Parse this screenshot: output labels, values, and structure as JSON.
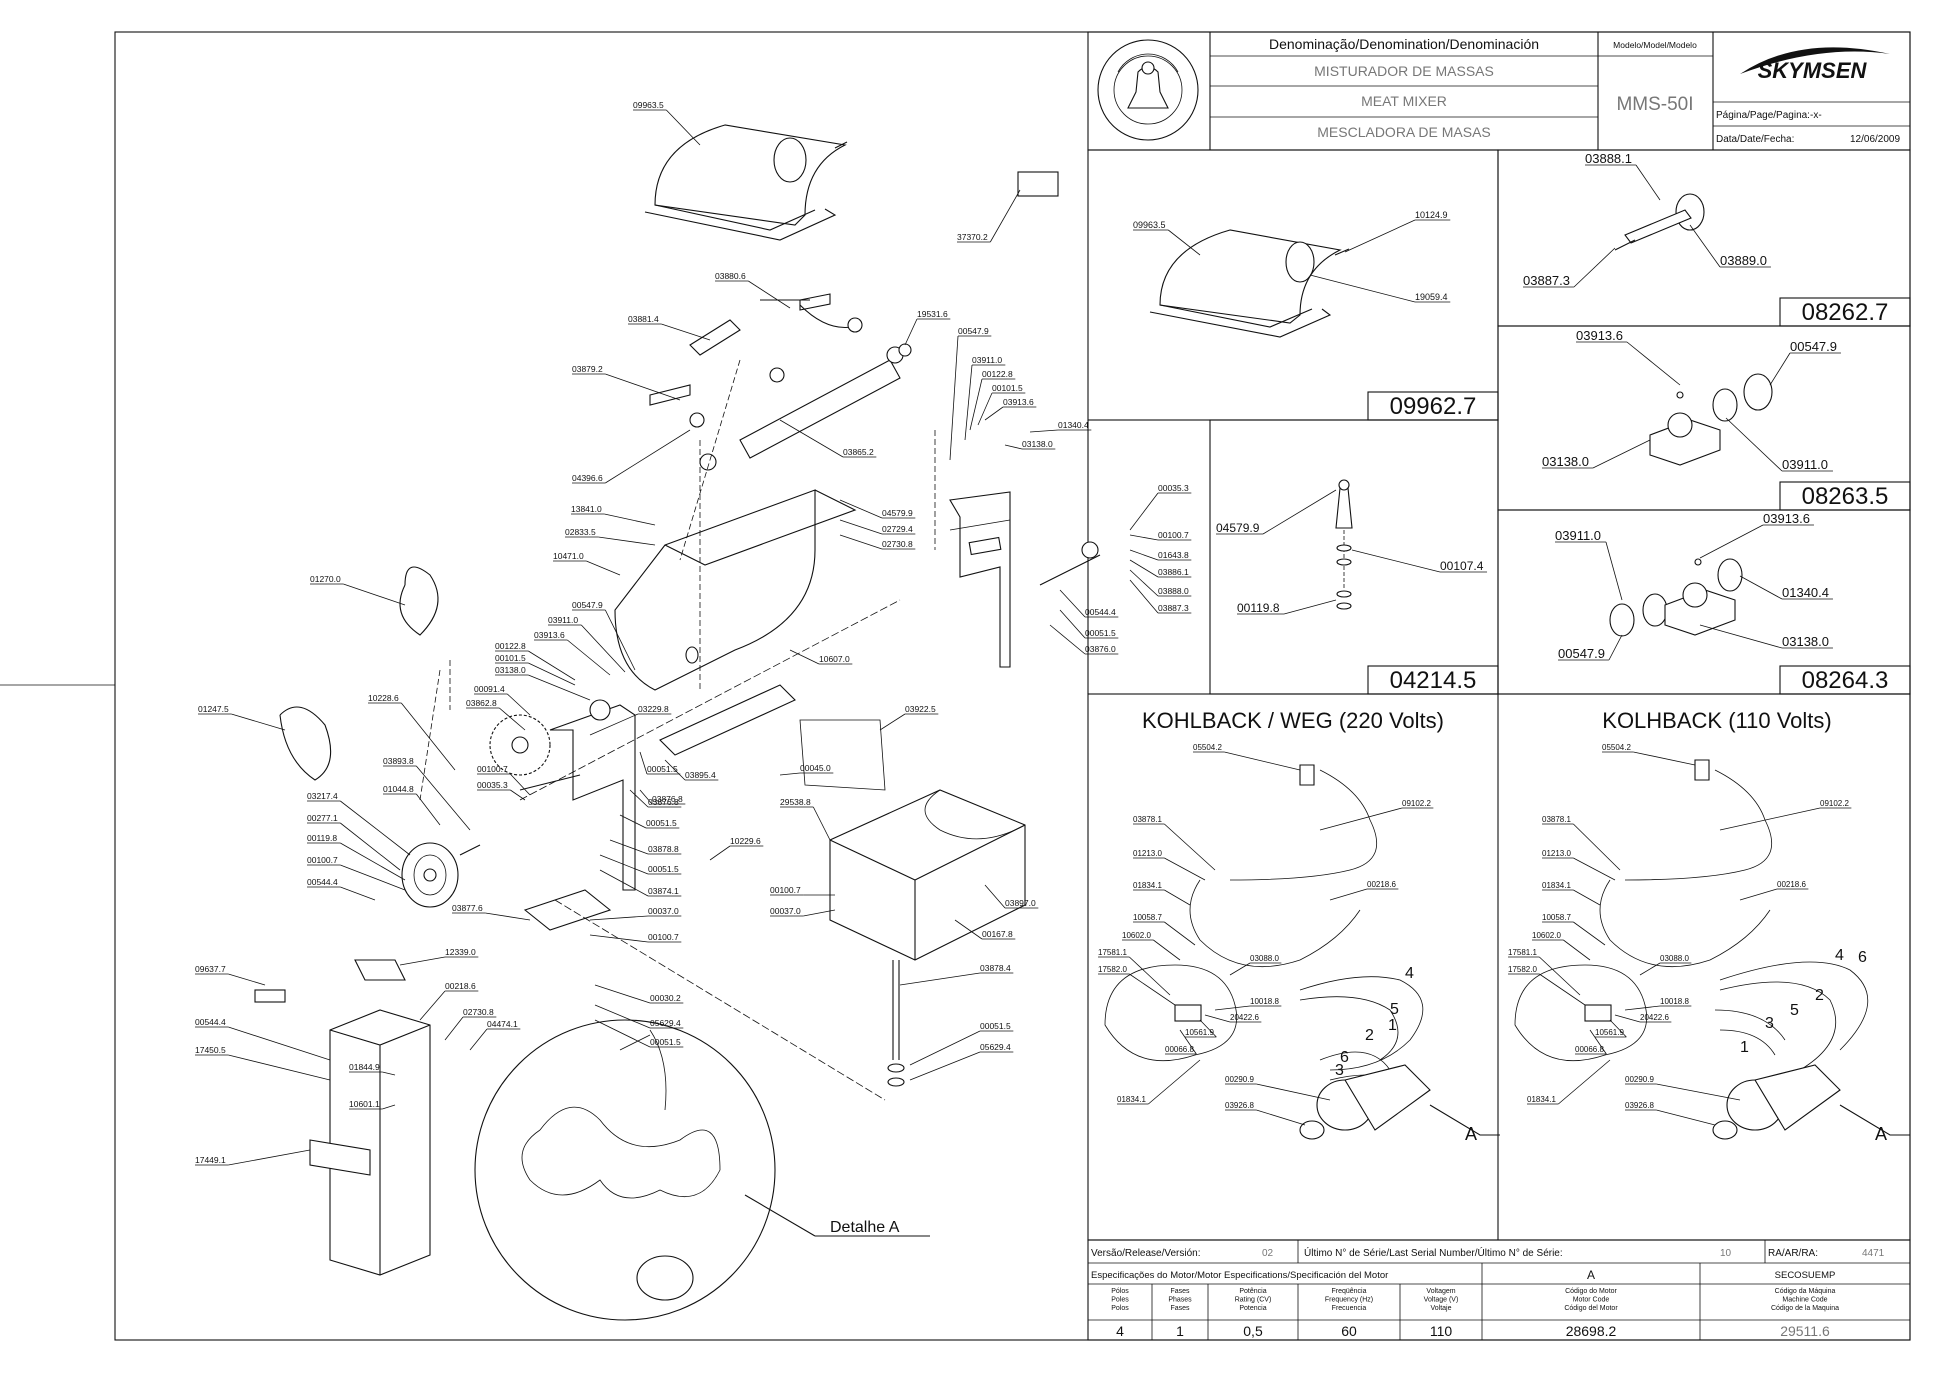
{
  "title_block": {
    "denomination_header": "Denominação/Denomination/Denominación",
    "model_header": "Modelo/Model/Modelo",
    "name_pt": "MISTURADOR DE MASSAS",
    "name_en": "MEAT MIXER",
    "name_es": "MESCLADORA DE MASAS",
    "model": "MMS-50I",
    "brand": "SKYMSEN",
    "page_label": "Página/Page/Pagina:",
    "page_value": "-x-",
    "date_label": "Data/Date/Fecha:",
    "date_value": "12/06/2009"
  },
  "main_drawing": {
    "labels": [
      "09963.5",
      "37370.2",
      "03880.6",
      "03881.4",
      "19531.6",
      "03879.2",
      "04396.6",
      "03865.2",
      "00547.9",
      "03911.0",
      "00122.8",
      "00101.5",
      "03913.6",
      "01340.4",
      "03138.0",
      "13841.0",
      "02833.5",
      "10471.0",
      "04579.9",
      "02729.4",
      "02730.8",
      "00035.3",
      "00100.7",
      "01643.8",
      "03886.1",
      "03888.0",
      "03887.3",
      "00544.4",
      "00051.5",
      "03876.0",
      "01270.0",
      "00547.9",
      "03911.0",
      "03913.6",
      "00122.8",
      "00101.5",
      "03138.0",
      "00091.4",
      "03862.8",
      "10228.6",
      "01247.5",
      "03893.8",
      "03229.8",
      "10607.0",
      "00051.5",
      "03876.8",
      "01044.8",
      "03217.4",
      "00277.1",
      "00119.8",
      "00100.7",
      "00544.4",
      "00100.7",
      "00035.3",
      "03922.5",
      "03895.4",
      "00045.0",
      "03876.8",
      "00051.5",
      "03878.8",
      "00051.5",
      "03874.1",
      "29538.8",
      "10229.6",
      "00100.7",
      "00037.0",
      "03897.0",
      "00167.8",
      "03877.6",
      "00037.0",
      "00100.7",
      "00030.2",
      "05629.4",
      "00051.5",
      "09637.7",
      "12339.0",
      "00218.6",
      "02730.8",
      "04474.1",
      "00544.4",
      "17450.5",
      "01844.9",
      "10601.1",
      "17449.1",
      "03878.4",
      "00051.5",
      "05629.4"
    ],
    "detail_label": "Detalhe A"
  },
  "panels": {
    "cover": {
      "labels": [
        "09963.5",
        "10124.9",
        "19059.4"
      ],
      "code": "09962.7"
    },
    "shaft": {
      "labels": [
        "03888.1",
        "03887.3",
        "03889.0"
      ],
      "code": "08262.7"
    },
    "bearing_a": {
      "labels": [
        "03913.6",
        "00547.9",
        "03138.0",
        "03911.0"
      ],
      "code": "08263.5"
    },
    "bearing_b": {
      "labels": [
        "03911.0",
        "03913.6",
        "01340.4",
        "03138.0",
        "00547.9"
      ],
      "code": "08264.3"
    },
    "handle": {
      "labels": [
        "04579.9",
        "00107.4",
        "00119.8"
      ],
      "code": "04214.5"
    },
    "motor_220": {
      "title": "KOHLBACK / WEG (220 Volts)",
      "labels": [
        "05504.2",
        "09102.2",
        "03878.1",
        "01213.0",
        "00218.6",
        "01834.1",
        "10058.7",
        "10602.0",
        "03088.0",
        "17581.1",
        "17582.0",
        "10018.8",
        "20422.6",
        "10561.9",
        "00066.8",
        "01834.1",
        "00290.9",
        "03926.8"
      ],
      "wire_numbers": [
        "4",
        "1",
        "5",
        "2",
        "6",
        "3"
      ],
      "motor_tag": "A"
    },
    "motor_110": {
      "title": "KOLHBACK (110 Volts)",
      "labels": [
        "05504.2",
        "09102.2",
        "03878.1",
        "01213.0",
        "00218.6",
        "01834.1",
        "10058.7",
        "10602.0",
        "03088.0",
        "17581.1",
        "17582.0",
        "10018.8",
        "20422.6",
        "10561.9",
        "00066.8",
        "01834.1",
        "00290.9",
        "03926.8"
      ],
      "wire_numbers": [
        "4",
        "6",
        "2",
        "3",
        "5",
        "1"
      ],
      "motor_tag": "A"
    }
  },
  "footer": {
    "version_label": "Versão/Release/Versión:",
    "version_value": "02",
    "serial_label": "Último N° de Série/Last Serial Number/Último N° de Série:",
    "serial_value": "10",
    "ra_label": "RA/AR/RA:",
    "ra_value": "4471",
    "spec_label": "Especificações do Motor/Motor Especifications/Specificación del Motor",
    "motor_letter": "A",
    "motor_supplier": "SECOSUEMP",
    "columns": [
      {
        "head": [
          "Pólos",
          "Poles",
          "Polos"
        ],
        "value": "4"
      },
      {
        "head": [
          "Fases",
          "Phases",
          "Fases"
        ],
        "value": "1"
      },
      {
        "head": [
          "Potência",
          "Rating (CV)",
          "Potencia"
        ],
        "value": "0,5"
      },
      {
        "head": [
          "Freqüência",
          "Frequency (Hz)",
          "Frecuencia"
        ],
        "value": "60"
      },
      {
        "head": [
          "Voltagem",
          "Voltage (V)",
          "Voltaje"
        ],
        "value": "110"
      },
      {
        "head": [
          "Código do Motor",
          "Motor Code",
          "Código del Motor"
        ],
        "value": "28698.2"
      },
      {
        "head": [
          "Código da Máquina",
          "Machine Code",
          "Código de la Maquina"
        ],
        "value": "29511.6"
      }
    ]
  }
}
